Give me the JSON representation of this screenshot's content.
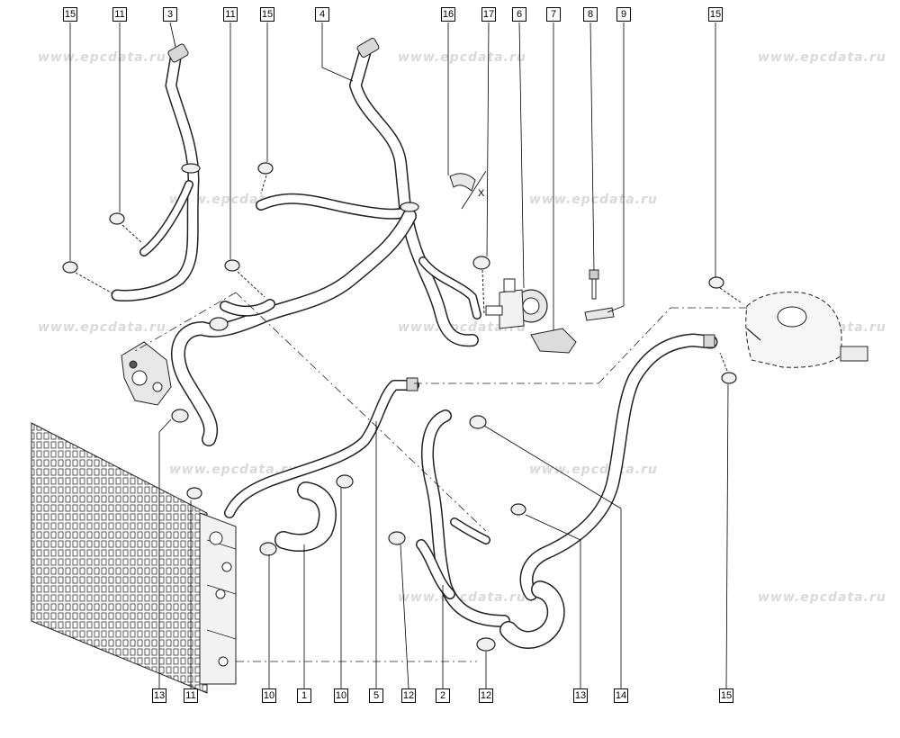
{
  "watermark": {
    "text": "www.epcdata.ru"
  },
  "callouts": {
    "top": [
      "15",
      "11",
      "3",
      "11",
      "15",
      "4",
      "16",
      "17",
      "6",
      "7",
      "8",
      "9",
      "15"
    ],
    "bottom": [
      "13",
      "11",
      "10",
      "1",
      "10",
      "5",
      "12",
      "2",
      "12",
      "13",
      "14",
      "15"
    ]
  },
  "dimension_label": "X"
}
